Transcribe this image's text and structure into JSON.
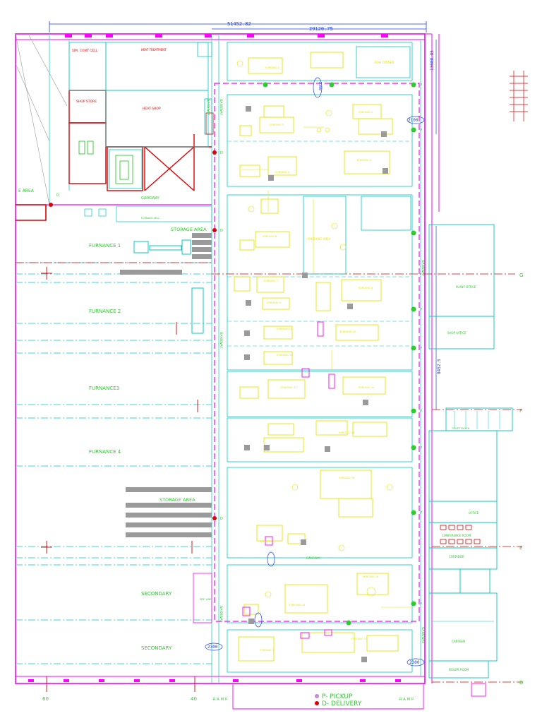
{
  "dimensions": {
    "overall": "51452.82",
    "span": "29120.75",
    "vertical_1": "13688.85",
    "vertical_2": "8452.5",
    "gap_1": "2300",
    "gap_2": "2100",
    "gap_3": "2300",
    "gap_4": "2300"
  },
  "left_labels": {
    "e_area": "E AREA",
    "storage_area_1": "STORAGE AREA",
    "furnace_1": "FURNANCE 1",
    "furnace_2": "FURNANCE 2",
    "furnace_3": "FURNANCE3",
    "furnace_4": "FURNANCE 4",
    "storage_area_2": "STORAGE  AREA",
    "secondary_1": "SECONDARY",
    "secondary_2": "SECONDARY"
  },
  "room_labels": {
    "heat_treatment": "HEAT TREATMENT",
    "shop_store": "SHOP STORE",
    "sim_cont_cell": "SIM. CONT CELL",
    "heat_shop": "HEAT SHOP",
    "gangway_top": "GANGWAY",
    "roh_corner": "ROH CORNER",
    "shop_office": "SHOP OFFICE",
    "boiler_room": "BOILER ROOM",
    "canteen": "CANTEEN",
    "corridor": "CORRIDOR",
    "office": "OFFICE",
    "toilet_room": "TOILET BLOCK",
    "conference_room": "CONFERENCE ROOM",
    "finishing_area": "FINISHING AREA",
    "gangway_center": "GANGWAY",
    "gangway_vertical_1": "GANGWAY",
    "gangway_vertical_2": "GANGWAY",
    "gangway_vertical_3": "GANGWAY",
    "gangway_vertical_4": "GANGWAY",
    "gangway_right_1": "GANGWAY",
    "gangway_right_2": "GANGWAY",
    "furnace_cell": "FURNACE CELL",
    "pipe_line": "PIPE LINE",
    "plant_office": "PLANT OFFICE"
  },
  "forging_labels": [
    "FORGING 1",
    "FORGING 2",
    "FORGING 3",
    "FORGING 4",
    "FORGING 5",
    "FORGING 6",
    "FORGING 7",
    "FORGING 8",
    "FORGING 9",
    "FORGING 10",
    "FORGING 11",
    "FORGING 12",
    "FORGING 13",
    "FORGING 14",
    "FORGING 15",
    "FORGING 16",
    "FORGING 17",
    "FORGING 18",
    "FORGING 19"
  ],
  "pd_markers": {
    "pickup": "P",
    "delivery": "D"
  },
  "grid_letters": [
    "G",
    "F",
    "E",
    "D"
  ],
  "bottom_numbers": [
    "60",
    "40"
  ],
  "ramp_labels": [
    "RAMP",
    "RAMP"
  ],
  "legend": {
    "pickup": "P- PICKUP",
    "delivery": "D- DELIVERY"
  },
  "colors": {
    "wall": "#ff00ff",
    "grid": "#00c8c8",
    "machine": "#e6e600",
    "green": "#2ecc2e",
    "red": "#e00000",
    "blue": "#1a3cff",
    "gray": "#9a9a9a"
  }
}
